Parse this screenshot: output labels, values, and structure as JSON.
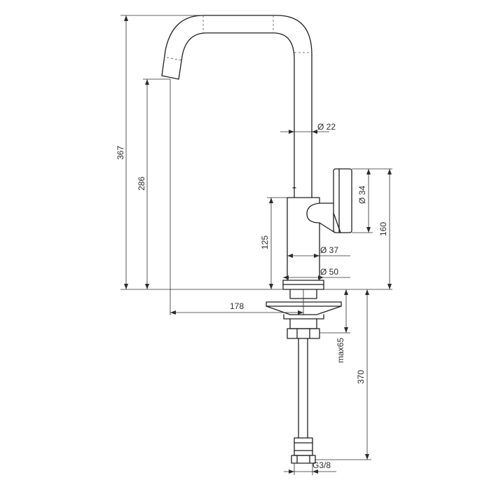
{
  "diagram": {
    "dimensions": {
      "total_height": "367",
      "spout_height": "286",
      "body_height": "125",
      "handle_height": "160",
      "reach": "178",
      "spout_diameter": "Ø 22",
      "handle_diameter": "Ø 34",
      "body_diameter": "Ø 37",
      "base_diameter": "Ø 50",
      "max_deck_thickness": "max65",
      "hose_length": "370",
      "connection_thread": "G3/8"
    }
  }
}
